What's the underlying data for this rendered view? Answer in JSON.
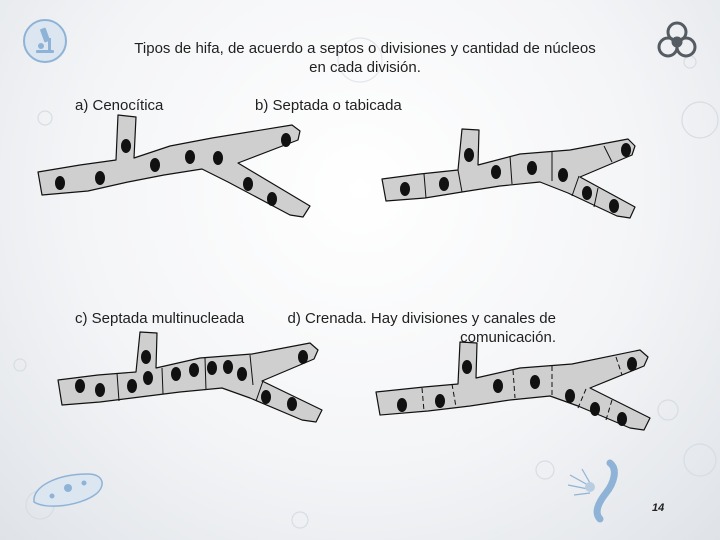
{
  "slide": {
    "title": "Tipos de hifa, de acuerdo a septos o divisiones y cantidad de núcleos en cada división.",
    "label_a": "a) Cenocítica",
    "label_b": "b) Septada o tabicada",
    "label_c": "c) Septada multinucleada",
    "label_d": "d) Crenada. Hay divisiones y canales de comunicación.",
    "page_number": "14"
  },
  "icons": {
    "top_left": "microscope-icon",
    "top_right": "biohazard-icon",
    "bottom_left": "paramecium-icon",
    "bottom_right": "microorganism-icon"
  },
  "colors": {
    "hypha_fill": "#cfcfcf",
    "hypha_stroke": "#111111",
    "nucleus": "#111111",
    "icon_blue": "#8fb3d6",
    "icon_gray": "#555b63"
  }
}
